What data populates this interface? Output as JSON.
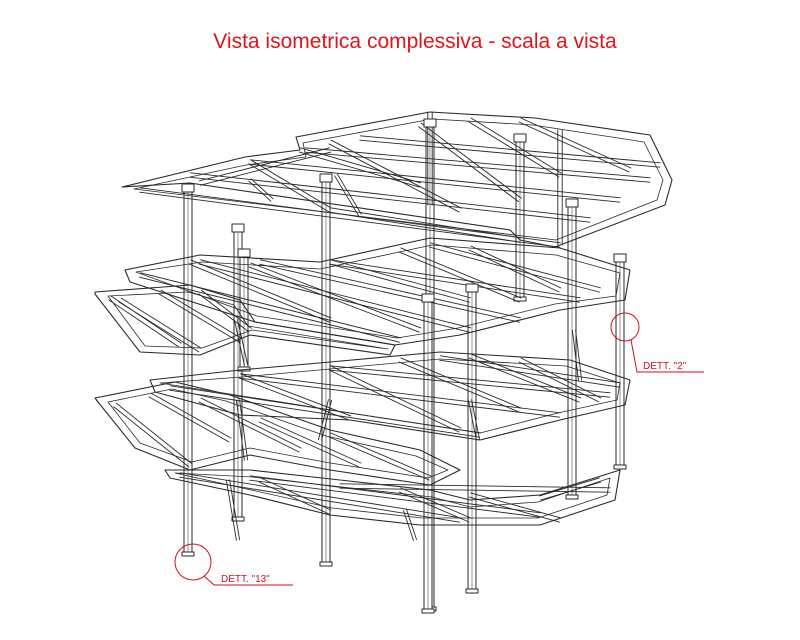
{
  "title": "Vista isometrica complessiva - scala a vista",
  "callouts": [
    {
      "id": "dett-2",
      "label": "DETT. \"2\""
    },
    {
      "id": "dett-13",
      "label": "DETT. \"13\""
    }
  ],
  "colors": {
    "title": "#e0141b",
    "callout": "#d0101a",
    "structure": "#2a2a2a"
  }
}
